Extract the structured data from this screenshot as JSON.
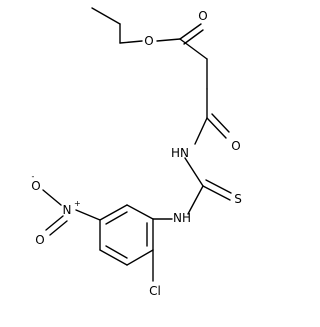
{
  "atoms": {
    "o_ester_carbonyl": "O",
    "o_ester_single": "O",
    "o_amide": "O",
    "nh_amide": "HN",
    "s_thio": "S",
    "nh_aniline": "NH",
    "n_nitro": "N",
    "n_nitro_charge": "+",
    "o_nitro_top": "O",
    "o_nitro_top_charge": "-",
    "o_nitro_bottom": "O",
    "cl": "Cl"
  }
}
